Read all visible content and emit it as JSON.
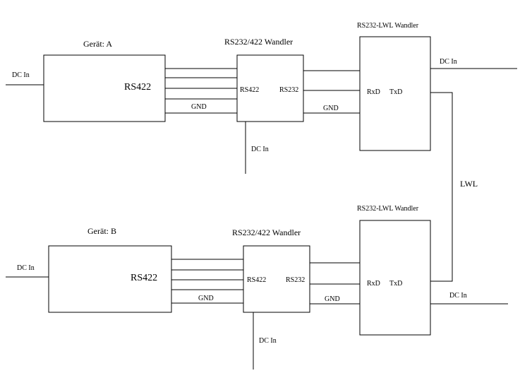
{
  "colors": {
    "line": "#000000",
    "background": "#ffffff"
  },
  "top": {
    "device": {
      "title": "Gerät: A",
      "port": "RS422",
      "power": "DC In"
    },
    "wire_gnd_1": "GND",
    "converter": {
      "title": "RS232/422 Wandler",
      "left_port": "RS422",
      "right_port": "RS232",
      "power": "DC In"
    },
    "wire_gnd_2": "GND",
    "lwl_converter": {
      "title": "RS232-LWL Wandler",
      "rx": "RxD",
      "tx": "TxD",
      "power": "DC In"
    }
  },
  "fiber_label": "LWL",
  "bottom": {
    "device": {
      "title": "Gerät: B",
      "port": "RS422",
      "power": "DC In"
    },
    "wire_gnd_1": "GND",
    "converter": {
      "title": "RS232/422 Wandler",
      "left_port": "RS422",
      "right_port": "RS232",
      "power": "DC In"
    },
    "wire_gnd_2": "GND",
    "lwl_converter": {
      "title": "RS232-LWL Wandler",
      "rx": "RxD",
      "tx": "TxD",
      "power": "DC In"
    }
  }
}
